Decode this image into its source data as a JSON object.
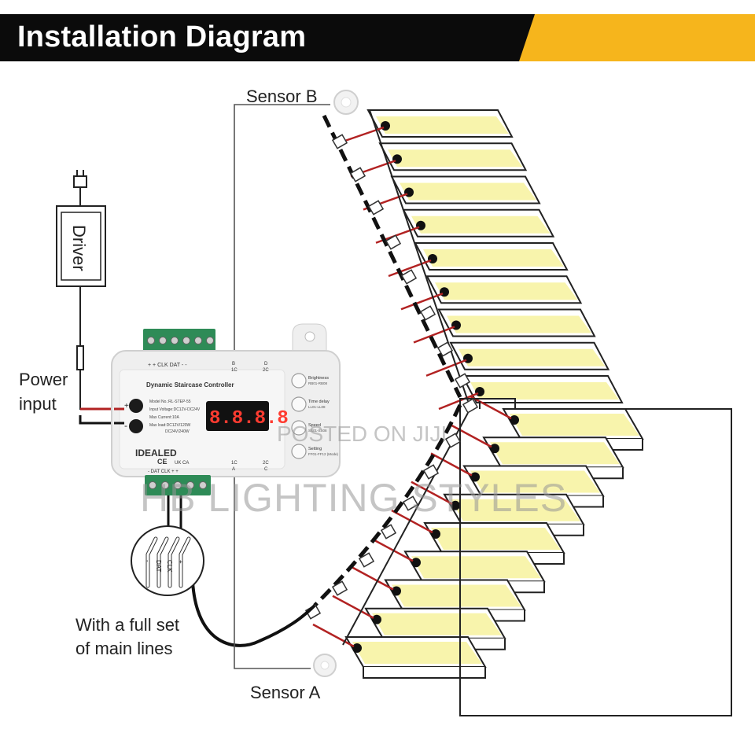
{
  "header": {
    "title": "Installation Diagram",
    "colors": {
      "bar": "#0b0b0b",
      "accent": "#f6b51c",
      "title": "#ffffff"
    }
  },
  "labels": {
    "sensor_b": "Sensor B",
    "sensor_a": "Sensor A",
    "power_line1": "Power",
    "power_line2": "input",
    "lines_line1": "With a full set",
    "lines_line2": "of main lines"
  },
  "driver": {
    "label": "Driver"
  },
  "controller": {
    "title": "Dynamic Staircase Controller",
    "display": "8.8.8.8",
    "brand": "IDEALED",
    "model_text": "Model No.:RL-STEP-55",
    "input_text": "Input Voltage:DC12V-DC24V",
    "current_text": "Max Current:10A",
    "load_text": "Max load:DC12V/120W",
    "load_text2": "DC24V/240W",
    "top_terminal": "+  +  CLK DAT  -  -",
    "bottom_terminal": "-  DAT  CLK  +  +",
    "port_b": "B",
    "port_1c": "1C",
    "port_d": "D",
    "port_2c": "2C",
    "port_c": "C",
    "port_a": "A",
    "port_1c_b": "1C",
    "port_2c_b": "2C",
    "buttons": [
      {
        "label": "Brightness",
        "sub": "RB01-RB08"
      },
      {
        "label": "Time delay",
        "sub": "LL01-LL08"
      },
      {
        "label": "Speed",
        "sub": "SS01-SS08"
      },
      {
        "label": "Setting",
        "sub": "FF01-FF12 (Mode)"
      }
    ],
    "plus_symbol": "+",
    "minus_symbol": "-",
    "ce_mark": "CE",
    "ukca_mark": "UK CA"
  },
  "cable": {
    "wires": [
      "-",
      "DAT",
      "CLK",
      "+"
    ]
  },
  "watermarks": {
    "line1": "POSTED ON JIJI",
    "line2": "HB LIGHTING STYLES"
  },
  "colors": {
    "led": "#f8f3a8",
    "wire_red": "#b22222",
    "line": "#333333"
  }
}
